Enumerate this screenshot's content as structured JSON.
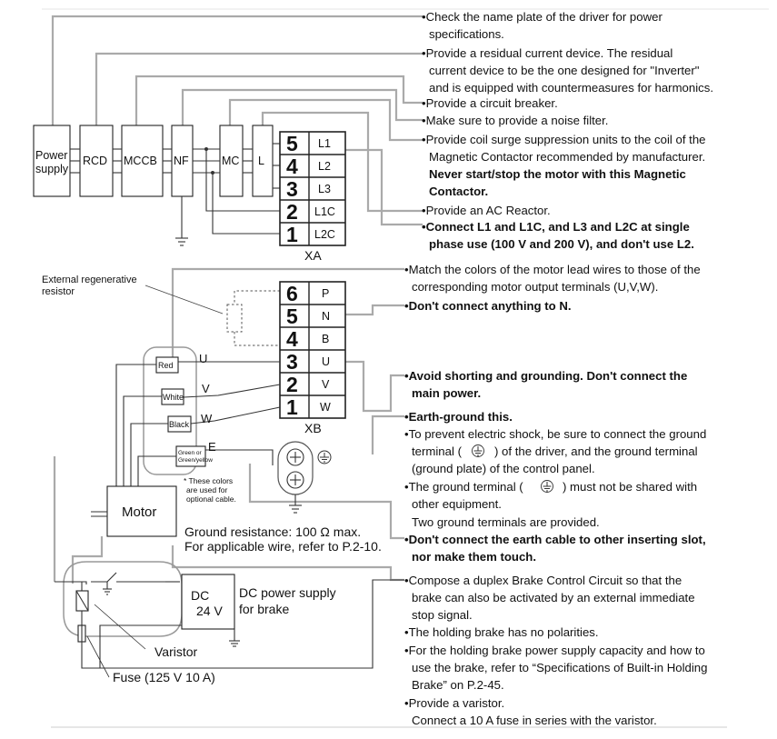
{
  "xa": {
    "blocks": {
      "power_line1": "Power",
      "power_line2": "supply",
      "rcd": "RCD",
      "mccb": "MCCB",
      "nf": "NF",
      "mc": "MC",
      "l": "L"
    },
    "terminals": [
      {
        "num": "5",
        "label": "L1"
      },
      {
        "num": "4",
        "label": "L2"
      },
      {
        "num": "3",
        "label": "L3"
      },
      {
        "num": "2",
        "label": "L1C"
      },
      {
        "num": "1",
        "label": "L2C"
      }
    ],
    "name": "XA"
  },
  "xa_notes": [
    {
      "text": "•Check the name plate of the driver for power",
      "bold": false
    },
    {
      "text": "specifications.",
      "bold": false
    },
    {
      "text": "•Provide a residual current device. The residual",
      "bold": false
    },
    {
      "text": "current device to be the one designed for \"Inverter\"",
      "bold": false
    },
    {
      "text": "and is equipped with countermeasures for harmonics.",
      "bold": false
    },
    {
      "text": "•Provide a circuit breaker.",
      "bold": false
    },
    {
      "text": "•Make sure to provide a noise filter.",
      "bold": false
    },
    {
      "text": "•Provide coil surge suppression units to the coil of the",
      "bold": false
    },
    {
      "text": "Magnetic Contactor recommended by manufacturer.",
      "bold": false
    },
    {
      "text": "Never start/stop the motor with this Magnetic",
      "bold": true
    },
    {
      "text": "Contactor.",
      "bold": true
    },
    {
      "text": "•Provide an AC Reactor.",
      "bold": false
    },
    {
      "text": "•Connect L1 and L1C, and L3 and L2C at single",
      "bold": true
    },
    {
      "text": "phase use (100 V and 200 V), and don't use L2.",
      "bold": true
    }
  ],
  "xb": {
    "terminals": [
      {
        "num": "6",
        "label": "P"
      },
      {
        "num": "5",
        "label": "N"
      },
      {
        "num": "4",
        "label": "B"
      },
      {
        "num": "3",
        "label": "U"
      },
      {
        "num": "2",
        "label": "V"
      },
      {
        "num": "1",
        "label": "W"
      }
    ],
    "name": "XB"
  },
  "xb_notes": [
    {
      "text": "•Match the colors of the motor lead wires to those of the",
      "bold": false
    },
    {
      "text": "corresponding motor output terminals (U,V,W).",
      "bold": false
    },
    {
      "text": "•Don't connect anything to N.",
      "bold": true
    },
    {
      "text": "•Avoid shorting and grounding. Don't connect the",
      "bold": true
    },
    {
      "text": "main power.",
      "bold": true
    },
    {
      "text": "•Earth-ground this.",
      "bold": true
    },
    {
      "text": "•To prevent electric shock, be sure to connect the ground",
      "bold": false
    },
    {
      "text": "terminal (",
      "bold": false,
      "tail": ") of the driver, and the ground terminal"
    },
    {
      "text": "(ground plate) of the control panel.",
      "bold": false
    },
    {
      "text": "•The ground terminal (",
      "bold": false,
      "tail": ") must not be shared with"
    },
    {
      "text": "other equipment.",
      "bold": false
    },
    {
      "text": "Two ground terminals are provided.",
      "bold": false
    },
    {
      "text": "•Don't connect the earth cable to other inserting slot,",
      "bold": true
    },
    {
      "text": "nor make them touch.",
      "bold": true
    }
  ],
  "brake_notes": [
    {
      "text": "•Compose a duplex Brake Control Circuit so that the",
      "bold": false
    },
    {
      "text": "brake can also be activated by an external immediate",
      "bold": false
    },
    {
      "text": "stop signal.",
      "bold": false
    },
    {
      "text": "•The holding brake has no polarities.",
      "bold": false
    },
    {
      "text": "•For the holding brake power supply capacity and how to",
      "bold": false
    },
    {
      "text": "use the brake, refer to “Specifications of Built-in Holding",
      "bold": false
    },
    {
      "text": "Brake” on P.2-45.",
      "bold": false
    },
    {
      "text": "•Provide a varistor.",
      "bold": false
    },
    {
      "text": "Connect a 10 A fuse in series with the varistor.",
      "bold": false
    }
  ],
  "motor": {
    "ext_regen_line1": "External regenerative",
    "ext_regen_line2": "resistor",
    "colors": {
      "red": "Red",
      "white": "White",
      "black": "Black",
      "green_line1": "Green or",
      "green_line2": "Green/yellow"
    },
    "phases": {
      "u": "U",
      "v": "V",
      "w": "W",
      "e": "E"
    },
    "color_note_line1": "* These colors",
    "color_note_line2": "are used for",
    "color_note_line3": "optional cable.",
    "motor_label": "Motor",
    "ground_line1": "Ground resistance: 100 Ω max.",
    "ground_line2": "For applicable wire, refer to P.2-10."
  },
  "brake": {
    "dc_line1": "DC",
    "dc_line2": "24 V",
    "supply_line1": "DC power supply",
    "supply_line2": "for brake",
    "varistor": "Varistor",
    "fuse": "Fuse (125 V 10 A)"
  }
}
